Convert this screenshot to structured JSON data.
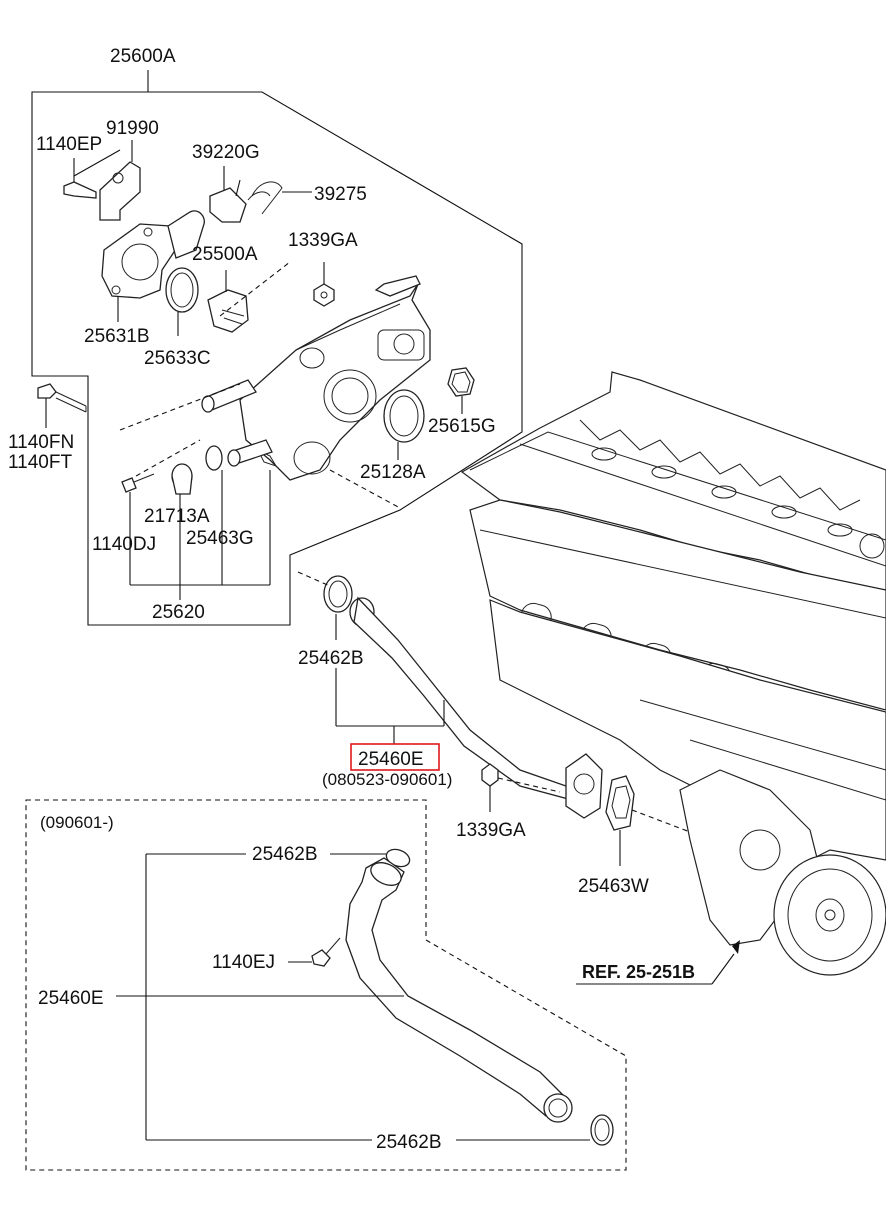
{
  "labels": {
    "assy_25600A": "25600A",
    "p_91990": "91990",
    "p_1140EP": "1140EP",
    "p_39220G": "39220G",
    "p_39275": "39275",
    "p_25500A": "25500A",
    "p_1339GA_top": "1339GA",
    "p_25631B": "25631B",
    "p_25633C": "25633C",
    "p_25615G": "25615G",
    "p_1140FN": "1140FN",
    "p_1140FT": "1140FT",
    "p_25128A": "25128A",
    "p_21713A": "21713A",
    "p_1140DJ": "1140DJ",
    "p_25463G": "25463G",
    "p_25620": "25620",
    "p_25462B_mid": "25462B",
    "p_25460E_highlight": "25460E",
    "date_range": "(080523-090601)",
    "p_1339GA_mid": "1339GA",
    "p_25463W": "25463W",
    "ref": "REF. 25-251B"
  },
  "inset": {
    "title": "(090601-)",
    "p_25462B_top": "25462B",
    "p_1140EJ": "1140EJ",
    "p_25460E": "25460E",
    "p_25462B_bottom": "25462B"
  },
  "colors": {
    "highlight": "#e0181b",
    "ink": "#111111"
  }
}
